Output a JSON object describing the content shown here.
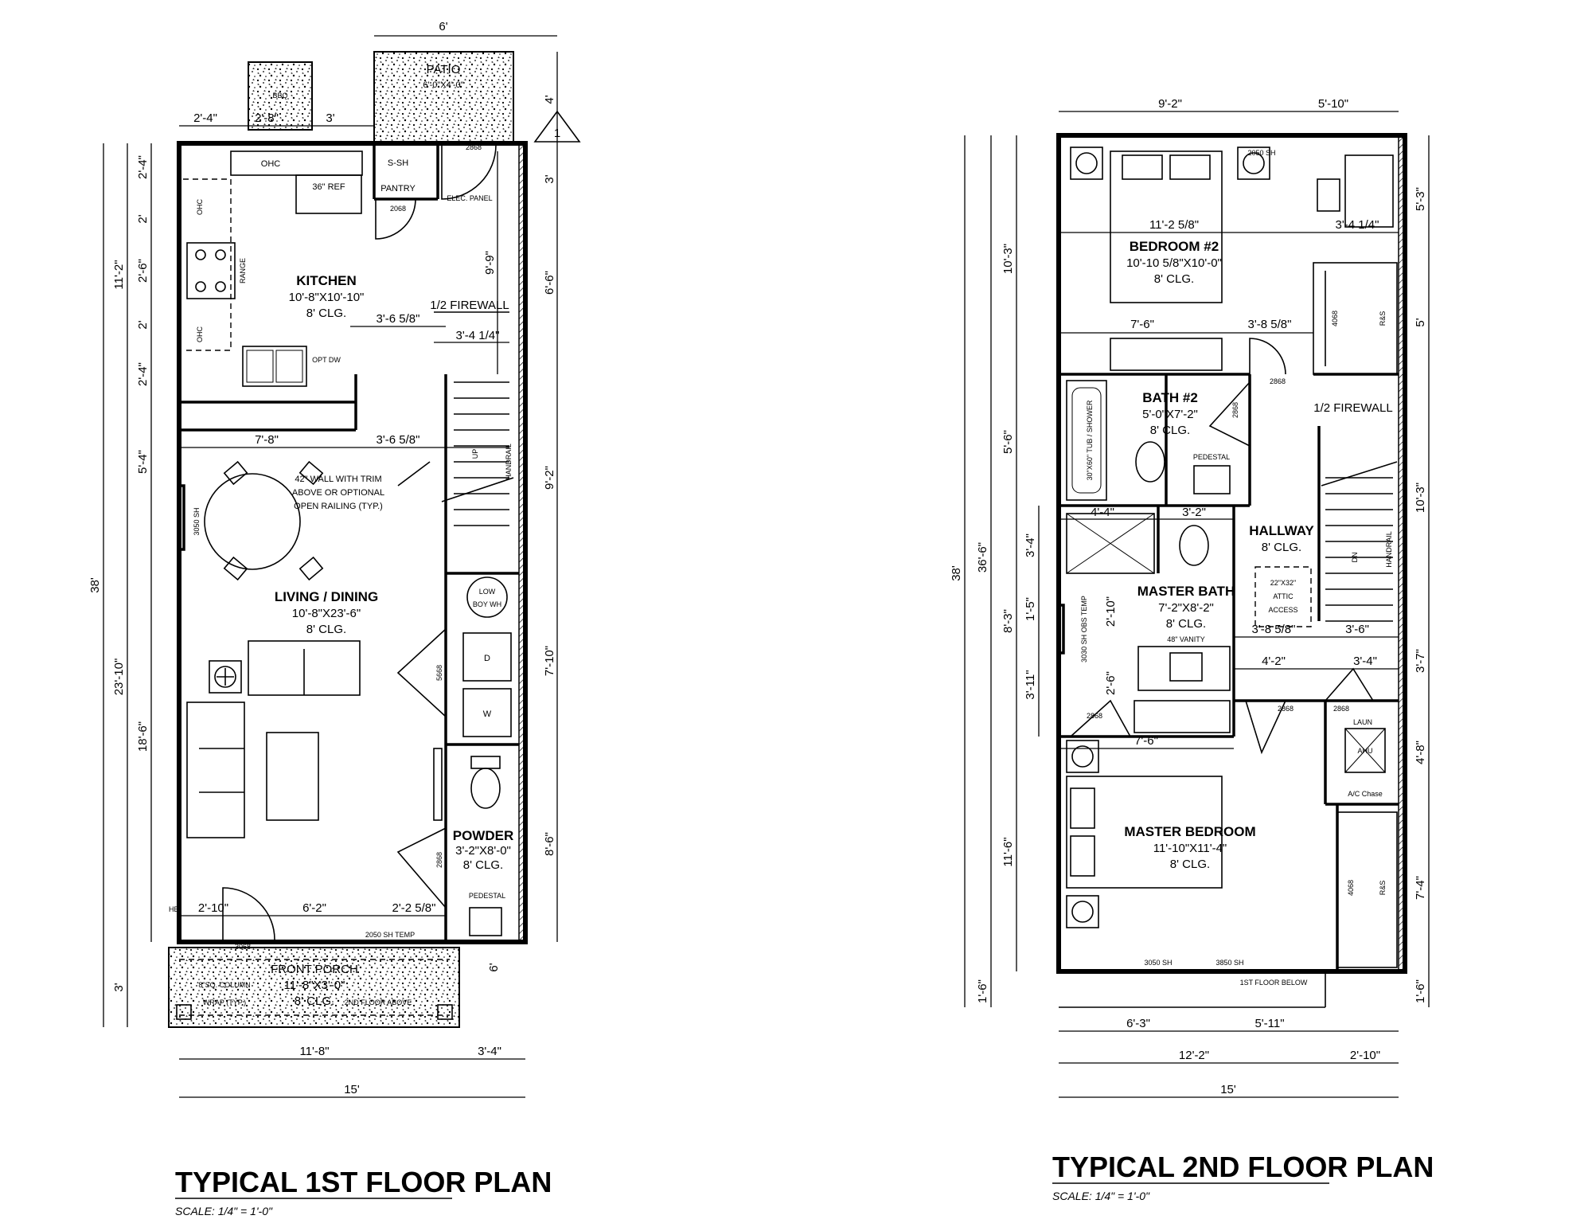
{
  "titles": {
    "first": "TYPICAL 1ST FLOOR PLAN",
    "second": "TYPICAL 2ND FLOOR PLAN",
    "scale": "SCALE: 1/4\" = 1'-0\""
  },
  "first_floor": {
    "rooms": {
      "kitchen": "KITCHEN",
      "kitchen_size": "10'-8\"X10'-10\"",
      "kitchen_clg": "8' CLG.",
      "living": "LIVING / DINING",
      "living_size": "10'-8\"X23'-6\"",
      "living_clg": "8' CLG.",
      "powder": "POWDER",
      "powder_size": "3'-2\"X8'-0\"",
      "powder_clg": "8' CLG.",
      "porch": "FRONT PORCH",
      "porch_size": "11'-8\"X3'-0\"",
      "porch_clg": "8' CLG.",
      "patio": "PATIO",
      "patio_size": "6'-0\"X4'-0\""
    },
    "labels": {
      "ohc": "OHC",
      "ohc_v": "OHC",
      "ohc_v2": "OHC",
      "ref": "36\" REF",
      "range": "RANGE",
      "pantry": "PANTRY",
      "s_sh": "S-SH",
      "elec_panel": "ELEC. PANEL",
      "door_2068": "2068",
      "door_2868": "2868",
      "firewall": "1/2 FIREWALL",
      "opt_dw": "OPT DW",
      "wall_note_1": "42\" WALL WITH TRIM",
      "wall_note_2": "ABOVE OR OPTIONAL",
      "wall_note_3": "OPEN RAILING (TYP.)",
      "win_3050": "3050 SH",
      "low_boy": "LOW",
      "low_boy2": "BOY WH",
      "dryer": "D",
      "washer": "W",
      "door_5668": "5668",
      "door_2868b": "2868",
      "pedestal": "PEDESTAL",
      "win_2050": "2050 SH TEMP",
      "door_3068": "3068",
      "hb": "HB",
      "column": "8\"SQ. COLUMN",
      "wrap": "WRAP (TYP.)",
      "floor_above": "2ND FLOOR ABOVE",
      "handrail": "HANDRAIL",
      "stair_up": "UP",
      "bbq": "BBQ"
    },
    "dims": {
      "top_6": "6'",
      "d_2_4": "2'-4\"",
      "d_2_8": "2'-8\"",
      "d_3": "3'",
      "d_4": "4'",
      "d_3r": "3'",
      "d_6_6": "6'-6\"",
      "d_9_2": "9'-2\"",
      "d_7_10": "7'-10\"",
      "d_8_6": "8'-6\"",
      "d_6r": "6'",
      "l_38": "38'",
      "l_11_2": "11'-2\"",
      "l_23_10": "23'-10\"",
      "l_3": "3'",
      "l_2_4a": "2'-4\"",
      "l_2a": "2'",
      "l_2_6": "2'-6\"",
      "l_2b": "2'",
      "l_2_4b": "2'-4\"",
      "l_5_4": "5'-4\"",
      "l_18_6": "18'-6\"",
      "k_9_9": "9'-9\"",
      "k_3_6a": "3'-6 5/8\"",
      "k_3_4": "3'-4 1/4\"",
      "k_7_8": "7'-8\"",
      "k_3_6b": "3'-6 5/8\"",
      "b_2_10": "2'-10\"",
      "b_6_2": "6'-2\"",
      "b_2_2": "2'-2 5/8\"",
      "b_11_8": "11'-8\"",
      "b_3_4": "3'-4\"",
      "b_15": "15'",
      "callout": "1"
    }
  },
  "second_floor": {
    "rooms": {
      "bed2": "BEDROOM #2",
      "bed2_size": "10'-10 5/8\"X10'-0\"",
      "bed2_clg": "8' CLG.",
      "bath2": "BATH #2",
      "bath2_size": "5'-0\"X7'-2\"",
      "bath2_clg": "8' CLG.",
      "hall": "HALLWAY",
      "hall_clg": "8' CLG.",
      "mbath": "MASTER BATH",
      "mbath_size": "7'-2\"X8'-2\"",
      "mbath_clg": "8' CLG.",
      "mbed": "MASTER BEDROOM",
      "mbed_size": "11'-10\"X11'-4\"",
      "mbed_clg": "8' CLG."
    },
    "labels": {
      "win_2050": "2050 SH",
      "tub": "30\"X60\" TUB / SHOWER",
      "pedestal": "PEDESTAL",
      "attic1": "22\"X32\"",
      "attic2": "ATTIC",
      "attic3": "ACCESS",
      "firewall": "1/2 FIREWALL",
      "door_2868a": "2868",
      "door_2868b": "2868",
      "door_2868c": "2868",
      "door_2868d": "2868",
      "door_2868e": "2868",
      "vanity": "48\" VANITY",
      "obs_temp": "3030 SH OBS TEMP",
      "ahu_laun": "LAUN",
      "ahu": "AHU",
      "ac_chase": "A/C Chase",
      "rs1": "R&S",
      "rs2": "R&S",
      "c4068a": "4068",
      "c4068b": "4068",
      "win_3050": "3050 SH",
      "win_3850": "3850 SH",
      "below": "1ST FLOOR BELOW",
      "handrail": "HANDRAIL",
      "dn": "DN"
    },
    "dims": {
      "t_9_2": "9'-2\"",
      "t_5_10": "5'-10\"",
      "b2_11_2": "11'-2 5/8\"",
      "b2_3_4": "3'-4 1/4\"",
      "b2_7_6": "7'-6\"",
      "b2_3_8": "3'-8 5/8\"",
      "m_4_4": "4'-4\"",
      "m_3_2": "3'-2\"",
      "m_2_10": "2'-10\"",
      "m_2_6": "2'-6\"",
      "m_7_6": "7'-6\"",
      "h_3_8": "3'-8 5/8\"",
      "h_3_6": "3'-6\"",
      "h_4_2": "4'-2\"",
      "h_3_4": "3'-4\"",
      "l_38": "38'",
      "l_36_6": "36'-6\"",
      "l_10_3": "10'-3\"",
      "l_5_6": "5'-6\"",
      "l_8_3": "8'-3\"",
      "l_11_6": "11'-6\"",
      "l_1_6": "1'-6\"",
      "l_3_4": "3'-4\"",
      "l_1_5": "1'-5\"",
      "l_3_11": "3'-11\"",
      "r_5_3": "5'-3\"",
      "r_5": "5'",
      "r_10_3": "10'-3\"",
      "r_3_7": "3'-7\"",
      "r_4_8": "4'-8\"",
      "r_7_4": "7'-4\"",
      "r_1_6": "1'-6\"",
      "b_6_3": "6'-3\"",
      "b_5_11": "5'-11\"",
      "b_12_2": "12'-2\"",
      "b_2_10": "2'-10\"",
      "b_15": "15'"
    }
  }
}
